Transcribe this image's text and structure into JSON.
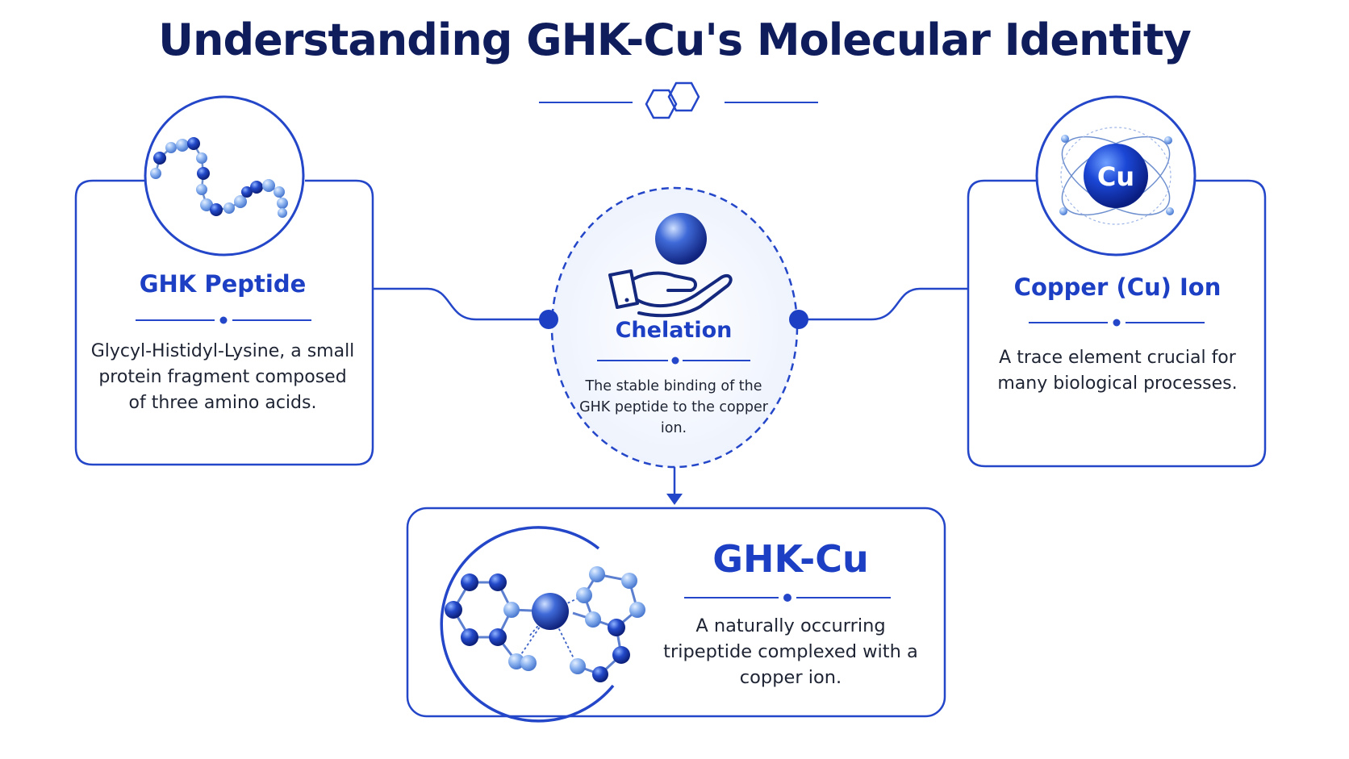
{
  "title": "Understanding GHK-Cu's Molecular Identity",
  "left_card": {
    "title": "GHK Peptide",
    "text": "Glycyl-Histidyl-Lysine, a small protein fragment composed of three amino acids.",
    "icon": "peptide-chain-icon"
  },
  "center_card": {
    "title": "Chelation",
    "text": "The stable binding of the GHK peptide to the copper ion.",
    "icon": "hand-holding-sphere-icon"
  },
  "right_card": {
    "title": "Copper (Cu) Ion",
    "text": "A trace element crucial for many biological processes.",
    "icon": "copper-atom-icon",
    "symbol": "Cu"
  },
  "bottom_card": {
    "title": "GHK-Cu",
    "text": "A naturally occurring tripeptide complexed with a copper ion.",
    "icon": "ghk-cu-complex-icon"
  },
  "colors": {
    "title": "#101d5c",
    "accent": "#1c3fc4",
    "line": "#2446c8",
    "text": "#1e2433"
  }
}
